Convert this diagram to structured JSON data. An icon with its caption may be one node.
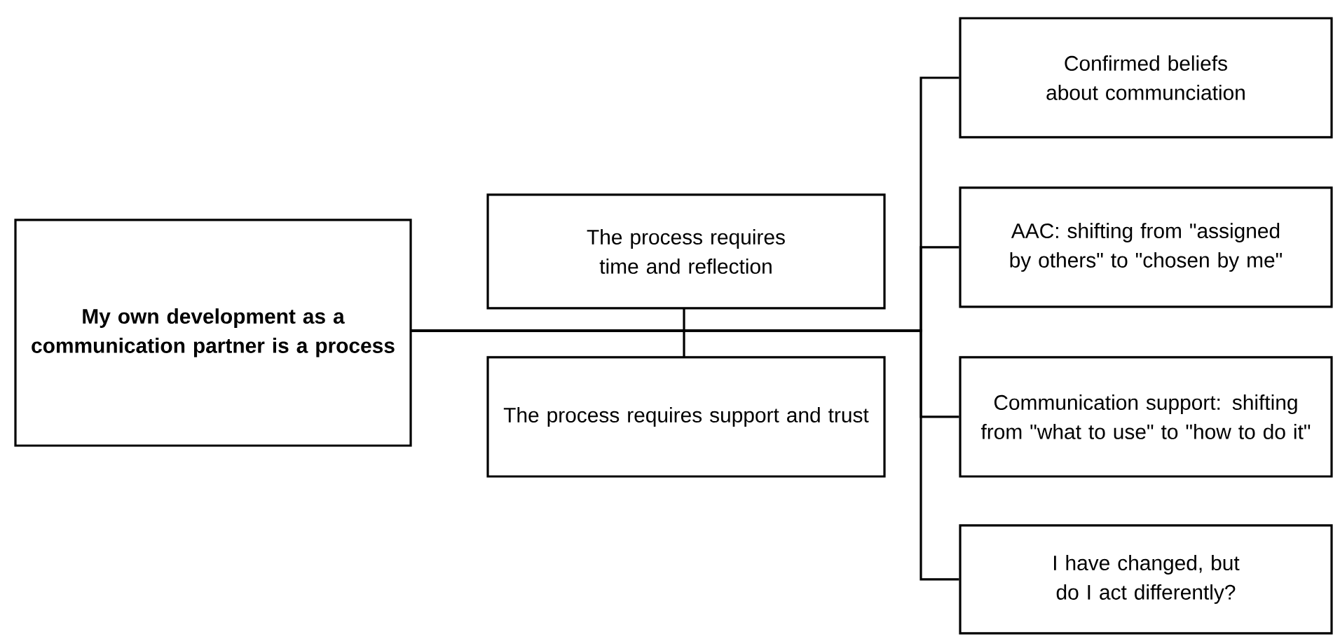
{
  "diagram": {
    "nodes": [
      {
        "text": [
          "My own development as a communication partner is a process"
        ]
      },
      {
        "text": [
          "The process requires time and reflection"
        ]
      },
      {
        "text": [
          "The process requires support and trust"
        ]
      },
      {
        "text": [
          "Confirmed beliefs about communciation"
        ]
      },
      {
        "text": [
          "AAC: shifting from \"assigned by others\" to \"chosen by me\""
        ]
      },
      {
        "text": [
          "Communication support: shifting from \"what to use\" to \"how to do it\""
        ]
      },
      {
        "text": [
          "I have changed, but do I act differently?"
        ]
      }
    ],
    "edges": [
      {
        "from": 0,
        "to": 1,
        "arrow": "none"
      },
      {
        "from": 0,
        "to": 2,
        "arrow": "none"
      },
      {
        "from": 0,
        "to": 3,
        "arrow": "none"
      },
      {
        "from": 0,
        "to": 4,
        "arrow": "none"
      },
      {
        "from": 0,
        "to": 5,
        "arrow": "none"
      },
      {
        "from": 0,
        "to": 6,
        "arrow": "none"
      }
    ]
  }
}
